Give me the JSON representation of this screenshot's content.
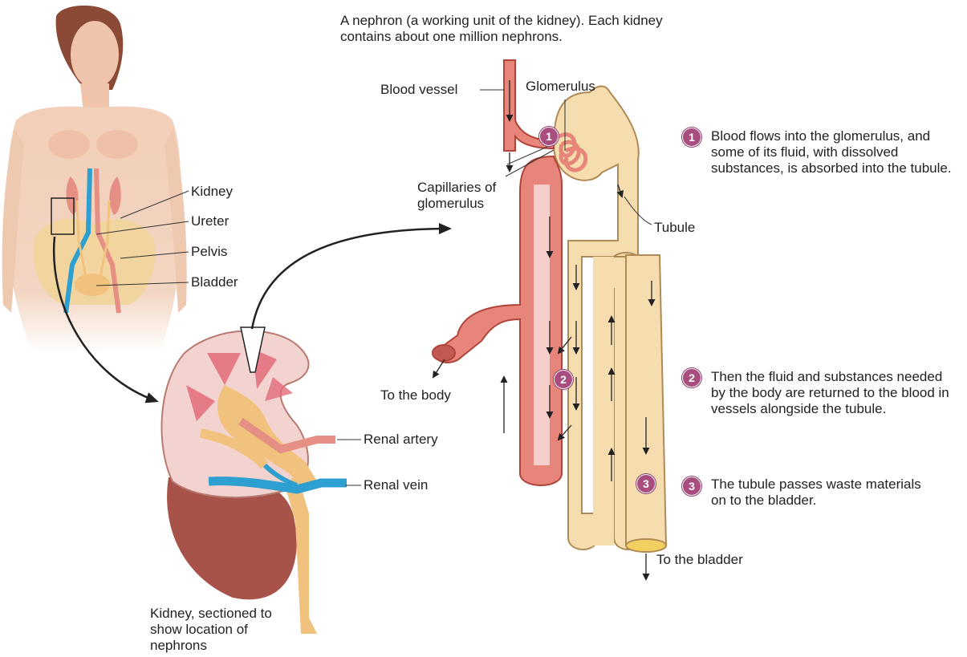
{
  "nephron_caption": "A nephron (a working unit of the kidney). Each kidney contains about one million nephrons.",
  "body_labels": {
    "kidney": "Kidney",
    "ureter": "Ureter",
    "pelvis": "Pelvis",
    "bladder": "Bladder"
  },
  "kidney_section": {
    "caption": "Kidney, sectioned to show location of nephrons",
    "renal_artery": "Renal artery",
    "renal_vein": "Renal vein"
  },
  "nephron_labels": {
    "blood_vessel": "Blood vessel",
    "glomerulus": "Glomerulus",
    "capillaries": "Capillaries of glomerulus",
    "tubule": "Tubule",
    "to_body": "To the body",
    "to_bladder": "To the bladder"
  },
  "steps": [
    {
      "number": "1",
      "text": "Blood flows into the glomerulus, and some of its fluid, with dissolved substances, is absorbed into the tubule."
    },
    {
      "number": "2",
      "text": "Then the fluid and substances needed by the body are returned to the blood in vessels alongside the tubule."
    },
    {
      "number": "3",
      "text": "The tubule passes waste materials on to the bladder."
    }
  ],
  "colors": {
    "blood_red": "#e8857a",
    "blood_outline": "#b0443a",
    "tubule_fill": "#f6ddb0",
    "tubule_outline": "#b08a55",
    "vein_blue": "#2d9fd0",
    "skin": "#f2cfb8",
    "badge": "#a84d7e"
  }
}
